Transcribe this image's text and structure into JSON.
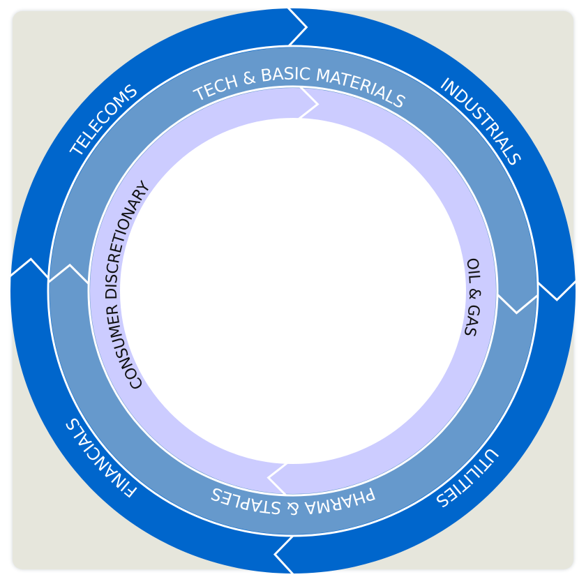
{
  "diagram": {
    "title": "Sector rotation cycle",
    "colors": {
      "outer_ring": "#0066cc",
      "middle_ring": "#6699cc",
      "inner_ring": "#ccccff",
      "center": "#ffffff",
      "background": "#e6e6dc",
      "divider": "#ffffff"
    },
    "outer_ring": {
      "labels": [
        "TELECOMS",
        "INDUSTRIALS",
        "UTILITIES",
        "FINANCIALS"
      ]
    },
    "middle_ring": {
      "labels": [
        "TECH & BASIC MATERIALS",
        "PHARMA & STAPLES"
      ]
    },
    "inner_ring": {
      "labels": [
        "CONSUMER DISCRETIONARY",
        "OIL & GAS"
      ]
    }
  }
}
